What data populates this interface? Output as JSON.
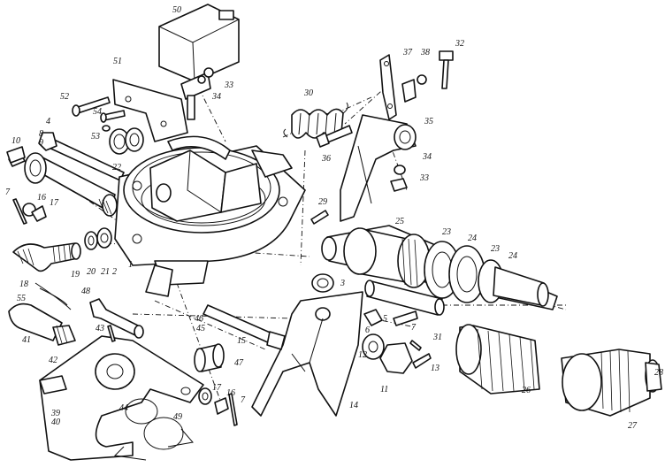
{
  "diagram": {
    "labels": [
      "50",
      "51",
      "52",
      "53",
      "54",
      "34",
      "33",
      "37",
      "38",
      "32",
      "30",
      "35",
      "36",
      "34",
      "33",
      "4",
      "8",
      "9",
      "10",
      "22",
      "7",
      "16",
      "17",
      "29",
      "25",
      "23",
      "24",
      "23",
      "24",
      "18",
      "19",
      "20",
      "21",
      "1",
      "2",
      "55",
      "3",
      "31",
      "48",
      "41",
      "42",
      "43",
      "46",
      "45",
      "47",
      "15",
      "6",
      "5",
      "7",
      "28",
      "26",
      "27",
      "12",
      "11",
      "13",
      "39",
      "40",
      "44",
      "17",
      "16",
      "7",
      "14",
      "49"
    ]
  }
}
